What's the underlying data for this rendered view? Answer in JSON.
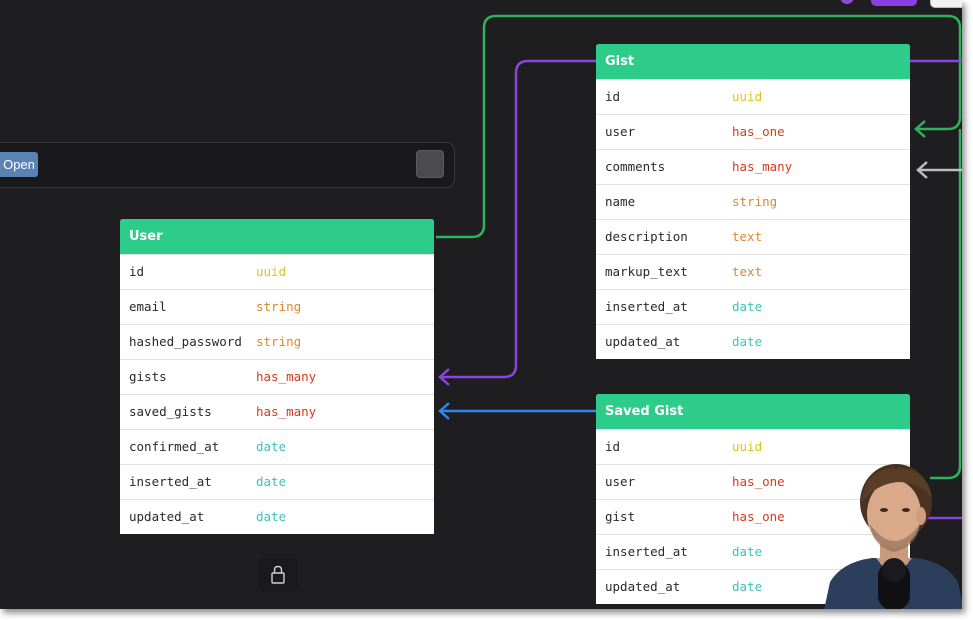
{
  "toolbar": {
    "open_label": "Open"
  },
  "colors": {
    "canvas": "#1e1d1f",
    "entity_header": "#2dcc8a",
    "type_uuid": "#e2c21e",
    "type_string": "#e0872e",
    "type_text": "#e0872e",
    "type_has": "#d83a1c",
    "type_date": "#3ac4c0",
    "edge_green": "#2eb35c",
    "edge_purple": "#8a45e0",
    "edge_blue": "#2e86ee",
    "edge_gray": "#bdbdbd"
  },
  "entities": {
    "user": {
      "title": "User",
      "fields": [
        {
          "name": "id",
          "type": "uuid",
          "kind": "uuid"
        },
        {
          "name": "email",
          "type": "string",
          "kind": "string"
        },
        {
          "name": "hashed_password",
          "type": "string",
          "kind": "string"
        },
        {
          "name": "gists",
          "type": "has_many",
          "kind": "has"
        },
        {
          "name": "saved_gists",
          "type": "has_many",
          "kind": "has"
        },
        {
          "name": "confirmed_at",
          "type": "date",
          "kind": "date"
        },
        {
          "name": "inserted_at",
          "type": "date",
          "kind": "date"
        },
        {
          "name": "updated_at",
          "type": "date",
          "kind": "date"
        }
      ]
    },
    "gist": {
      "title": "Gist",
      "fields": [
        {
          "name": "id",
          "type": "uuid",
          "kind": "uuid"
        },
        {
          "name": "user",
          "type": "has_one",
          "kind": "has"
        },
        {
          "name": "comments",
          "type": "has_many",
          "kind": "has"
        },
        {
          "name": "name",
          "type": "string",
          "kind": "string"
        },
        {
          "name": "description",
          "type": "text",
          "kind": "text"
        },
        {
          "name": "markup_text",
          "type": "text",
          "kind": "text"
        },
        {
          "name": "inserted_at",
          "type": "date",
          "kind": "date"
        },
        {
          "name": "updated_at",
          "type": "date",
          "kind": "date"
        }
      ]
    },
    "saved_gist": {
      "title": "Saved Gist",
      "fields": [
        {
          "name": "id",
          "type": "uuid",
          "kind": "uuid"
        },
        {
          "name": "user",
          "type": "has_one",
          "kind": "has"
        },
        {
          "name": "gist",
          "type": "has_one",
          "kind": "has"
        },
        {
          "name": "inserted_at",
          "type": "date",
          "kind": "date"
        },
        {
          "name": "updated_at",
          "type": "date",
          "kind": "date"
        }
      ]
    }
  },
  "icons": {
    "lock": "lock-icon",
    "webcam": "presenter-webcam"
  }
}
